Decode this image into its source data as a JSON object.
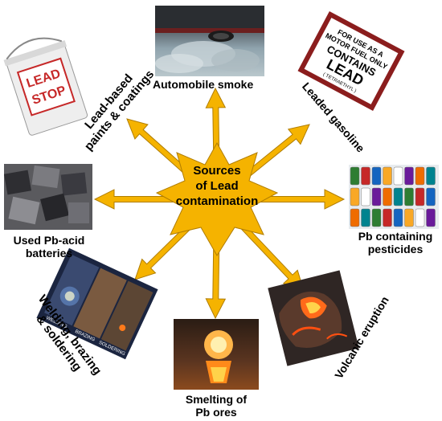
{
  "center": {
    "lines": [
      "Sources",
      "of Lead",
      "contamination"
    ]
  },
  "sources": [
    {
      "id": "automobile",
      "label": "Automobile smoke"
    },
    {
      "id": "gasoline",
      "label": "Leaded gasoline"
    },
    {
      "id": "pesticides",
      "lines": [
        "Pb containing",
        "pesticides"
      ]
    },
    {
      "id": "volcanic",
      "label": "Volcanic eruption"
    },
    {
      "id": "smelting",
      "lines": [
        "Smelting of",
        "Pb ores"
      ]
    },
    {
      "id": "welding",
      "lines": [
        "Welding, brazing",
        "& soldering"
      ]
    },
    {
      "id": "batteries",
      "lines": [
        "Used Pb-acid",
        "batteries"
      ]
    },
    {
      "id": "paints",
      "lines": [
        "Lead-based",
        "paints & coatings"
      ]
    }
  ],
  "photo_text": {
    "gasoline_sign": [
      "FOR USE AS A",
      "MOTOR FUEL ONLY",
      "CONTAINS",
      "LEAD",
      "( TETRAETHYL )"
    ],
    "paint_can": [
      "LEAD",
      "STOP"
    ],
    "welding_tags": [
      "WELDING",
      "BRAZING",
      "SOLDERING"
    ]
  },
  "colors": {
    "arrow": "#f5b300",
    "arrow_stroke": "#b07d00",
    "star": "#f5b300"
  }
}
